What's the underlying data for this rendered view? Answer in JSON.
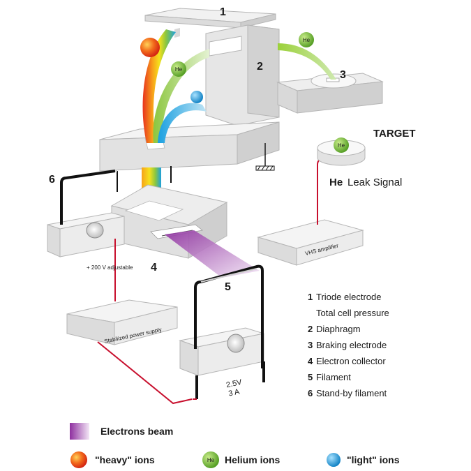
{
  "labels": {
    "n1": "1",
    "n2": "2",
    "n3": "3",
    "n4": "4",
    "n5": "5",
    "n6": "6",
    "target": "TARGET",
    "he_sym": "He",
    "leak_signal": "Leak Signal",
    "vhs_amplifier": "VHS amplifier",
    "voltage_adj": "+ 200 V adjustable",
    "stabilized_ps": "Stabilized power supply",
    "filament_v": "2.5V",
    "filament_a": "3 A"
  },
  "key_items": [
    {
      "num": "1",
      "text": "Triode electrode"
    },
    {
      "num": "",
      "text": "Total cell pressure"
    },
    {
      "num": "2",
      "text": "Diaphragm"
    },
    {
      "num": "3",
      "text": "Braking electrode"
    },
    {
      "num": "4",
      "text": "Electron collector"
    },
    {
      "num": "5",
      "text": "Filament"
    },
    {
      "num": "6",
      "text": "Stand-by filament"
    }
  ],
  "legend": {
    "electrons_beam": "Electrons beam",
    "heavy_ions": "\"heavy\" ions",
    "helium_ions": "Helium ions",
    "light_ions": "\"light\" ions"
  },
  "colors": {
    "heavy": "#e8321e",
    "helium": "#6dbb3a",
    "light": "#1aa0e0",
    "electrons": "#9b3fb0",
    "wire_red": "#c8102e",
    "wire_black": "#111111"
  }
}
